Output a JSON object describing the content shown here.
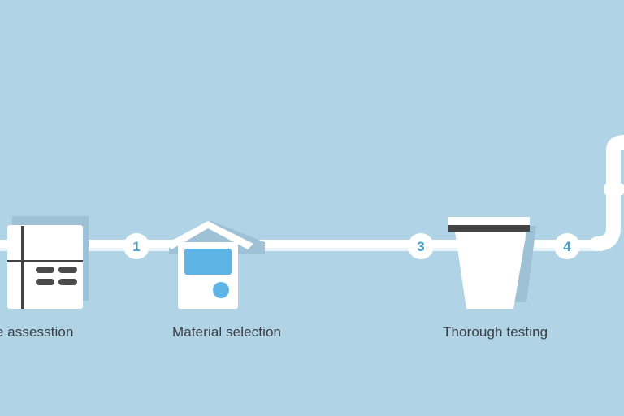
{
  "steps": [
    {
      "number": "1"
    },
    {
      "number": "3"
    },
    {
      "number": "4"
    }
  ],
  "labels": {
    "step_a": "te assesstion",
    "step_b": "Material selection",
    "step_c": "Thorough testing"
  },
  "colors": {
    "background": "#b0d3e6",
    "pipe": "#ffffff",
    "accent": "#4c9fc9",
    "screen": "#5fb4e6",
    "dark": "#444444"
  }
}
